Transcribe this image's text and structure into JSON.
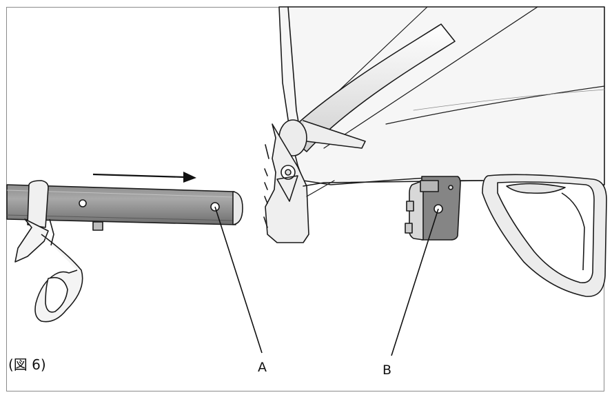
{
  "figure": {
    "label": "(図 6)",
    "callout_a": "A",
    "callout_b": "B"
  },
  "colors": {
    "line": "#1a1a1a",
    "metal": "#7a7a7a",
    "metal_light": "#a8a8a8",
    "cloth": "#f6f6f6",
    "frame_border": "#8a8a8a"
  },
  "icons": {
    "direction_arrow": "arrow-right-icon"
  }
}
